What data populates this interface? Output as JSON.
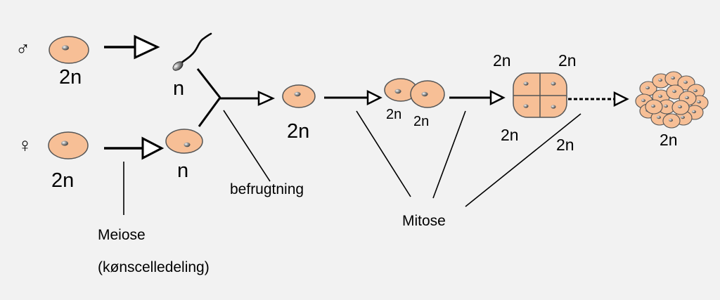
{
  "symbols": {
    "male": "♂",
    "female": "♀"
  },
  "labels": {
    "ploidy_diploid": "2n",
    "ploidy_haploid": "n",
    "fertilization": "befrugtning",
    "mitosis": "Mitose",
    "meiosis": "Meiose",
    "meiosis_sub": "(kønscelledeling)"
  },
  "colors": {
    "cell_fill": "#f7bf96",
    "cell_stroke": "#555555",
    "nucleus": "#777777",
    "line": "#000000",
    "background": "#f2f2f2"
  }
}
